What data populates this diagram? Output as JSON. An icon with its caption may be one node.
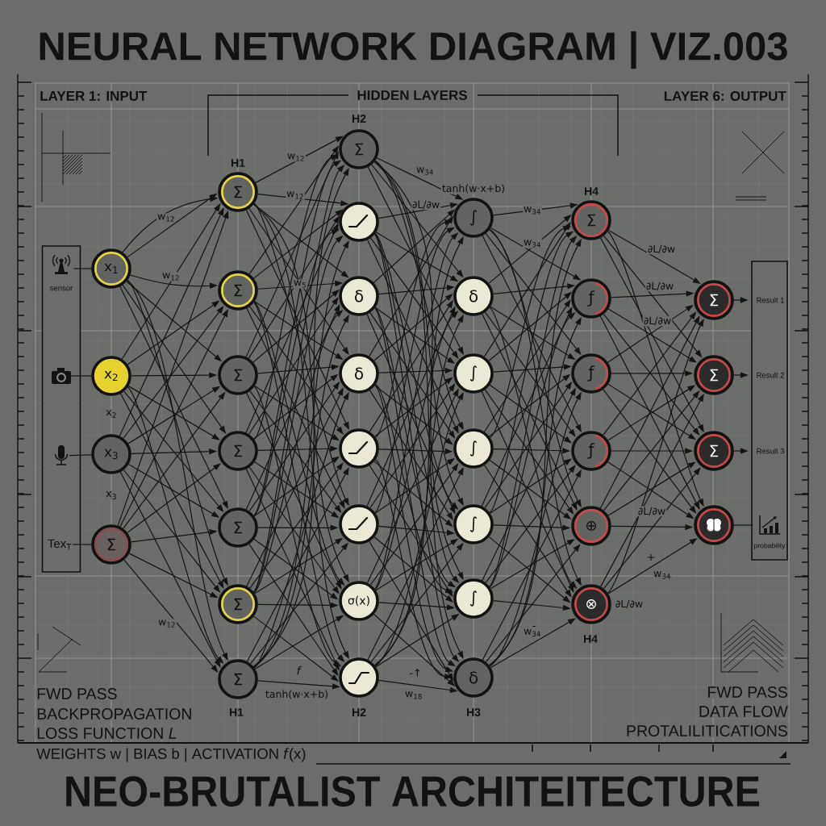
{
  "diagram": {
    "title": "NEURAL NETWORK DIAGRAM | VIZ.003",
    "caption": "NEO-BRUTALIST ARCHITEITECTURE",
    "nodes": [
      {
        "text": [],
        "shape": "box"
      },
      {
        "text": [
          "sensor"
        ],
        "in": 0
      },
      {
        "text": [],
        "shape": "picture",
        "in": 0
      },
      {
        "text": [],
        "shape": "picture",
        "in": 0
      },
      {
        "text": [
          "Tex$_{T}$"
        ],
        "in": 0
      },
      {
        "text": [
          "x$_{1}$"
        ]
      },
      {
        "text": [
          "x$_{2}$"
        ],
        "beside": [
          "x$_{2}$"
        ]
      },
      {
        "text": [
          "x$_{3}$"
        ],
        "beside": [
          "x$_{3}$"
        ]
      },
      {
        "text": [
          "Σ"
        ]
      },
      {
        "text": [
          "Σ"
        ],
        "beside": [
          "H1"
        ]
      },
      {
        "text": [
          "Σ"
        ]
      },
      {
        "text": [
          "Σ"
        ]
      },
      {
        "text": [
          "Σ"
        ]
      },
      {
        "text": [
          "Σ"
        ]
      },
      {
        "text": [
          "Σ"
        ]
      },
      {
        "text": [
          "Σ"
        ],
        "beside": [
          "H1"
        ]
      },
      {
        "text": [
          "Σ"
        ],
        "beside": [
          "H2"
        ]
      },
      {
        "text": [],
        "shape": "circle"
      },
      {
        "text": [
          "δ"
        ]
      },
      {
        "text": [
          "δ"
        ]
      },
      {
        "text": [],
        "shape": "circle"
      },
      {
        "text": [],
        "shape": "circle"
      },
      {
        "text": [
          "σ(x)"
        ]
      },
      {
        "text": [],
        "shape": "circle",
        "beside": [
          "H2"
        ]
      },
      {
        "text": [
          "∫"
        ],
        "beside": [
          "tanh(w·x+b)"
        ]
      },
      {
        "text": [
          "δ"
        ]
      },
      {
        "text": [
          "∫"
        ]
      },
      {
        "text": [
          "∫"
        ]
      },
      {
        "text": [
          "∫"
        ]
      },
      {
        "text": [
          "∫"
        ]
      },
      {
        "text": [
          "δ"
        ],
        "beside": [
          "H3"
        ]
      },
      {
        "text": [
          "Σ"
        ],
        "beside": [
          "H4"
        ]
      },
      {
        "text": [
          "ƒ"
        ]
      },
      {
        "text": [
          "ƒ"
        ]
      },
      {
        "text": [
          "ƒ"
        ]
      },
      {
        "text": [
          "⊕"
        ]
      },
      {
        "text": [
          "⊗"
        ],
        "beside": [
          "∂L/∂w",
          "H4"
        ]
      },
      {
        "text": [
          "Σ"
        ]
      },
      {
        "text": [
          "Σ"
        ]
      },
      {
        "text": [
          "Σ"
        ]
      },
      {
        "text": [],
        "shape": "circle"
      },
      {
        "text": [],
        "shape": "box"
      },
      {
        "text": [
          "Result 1"
        ],
        "in": 41
      },
      {
        "text": [
          "Result 2"
        ],
        "in": 41
      },
      {
        "text": [
          "Result 3"
        ],
        "in": 41
      },
      {
        "text": [
          "probability"
        ],
        "in": 41
      }
    ],
    "edges": [
      {
        "from": 1,
        "to": 5,
        "arrow": "none"
      },
      {
        "from": 2,
        "to": 6,
        "arrow": "none"
      },
      {
        "from": 3,
        "to": 7,
        "arrow": "none"
      },
      {
        "from": 4,
        "to": 8,
        "arrow": "none"
      },
      {
        "from": 5,
        "to": 9,
        "arrow": "to",
        "label": "w$_{12}$"
      },
      {
        "from": 5,
        "to": 10,
        "arrow": "to",
        "label": "w$_{12}$"
      },
      {
        "from": 5,
        "to": 11,
        "arrow": "to"
      },
      {
        "from": 5,
        "to": 12,
        "arrow": "to"
      },
      {
        "from": 5,
        "to": 13,
        "arrow": "to"
      },
      {
        "from": 5,
        "to": 14,
        "arrow": "to"
      },
      {
        "from": 5,
        "to": 15,
        "arrow": "to"
      },
      {
        "from": 6,
        "to": 9,
        "arrow": "to"
      },
      {
        "from": 6,
        "to": 10,
        "arrow": "to"
      },
      {
        "from": 6,
        "to": 11,
        "arrow": "to"
      },
      {
        "from": 6,
        "to": 12,
        "arrow": "to"
      },
      {
        "from": 6,
        "to": 13,
        "arrow": "to"
      },
      {
        "from": 6,
        "to": 14,
        "arrow": "to"
      },
      {
        "from": 6,
        "to": 15,
        "arrow": "to"
      },
      {
        "from": 7,
        "to": 9,
        "arrow": "to"
      },
      {
        "from": 7,
        "to": 10,
        "arrow": "to"
      },
      {
        "from": 7,
        "to": 11,
        "arrow": "to"
      },
      {
        "from": 7,
        "to": 12,
        "arrow": "to"
      },
      {
        "from": 7,
        "to": 13,
        "arrow": "to"
      },
      {
        "from": 7,
        "to": 14,
        "arrow": "to"
      },
      {
        "from": 7,
        "to": 15,
        "arrow": "to"
      },
      {
        "from": 8,
        "to": 9,
        "arrow": "to"
      },
      {
        "from": 8,
        "to": 10,
        "arrow": "to"
      },
      {
        "from": 8,
        "to": 11,
        "arrow": "to"
      },
      {
        "from": 8,
        "to": 12,
        "arrow": "to"
      },
      {
        "from": 8,
        "to": 13,
        "arrow": "to"
      },
      {
        "from": 8,
        "to": 14,
        "arrow": "to"
      },
      {
        "from": 8,
        "to": 15,
        "arrow": "to",
        "label": "w$_{12}$"
      },
      {
        "from": 5,
        "to": 9,
        "arrow": "to"
      },
      {
        "from": 9,
        "to": 16,
        "arrow": "to",
        "label": "w$_{12}$"
      },
      {
        "from": 9,
        "to": 17,
        "arrow": "to",
        "label": "w$_{12}$"
      },
      {
        "from": 9,
        "to": 18,
        "arrow": "to"
      },
      {
        "from": 9,
        "to": 19,
        "arrow": "to"
      },
      {
        "from": 9,
        "to": 20,
        "arrow": "to"
      },
      {
        "from": 9,
        "to": 21,
        "arrow": "to"
      },
      {
        "from": 9,
        "to": 22,
        "arrow": "to"
      },
      {
        "from": 9,
        "to": 23,
        "arrow": "to"
      },
      {
        "from": 10,
        "to": 16,
        "arrow": "to"
      },
      {
        "from": 10,
        "to": 17,
        "arrow": "to"
      },
      {
        "from": 10,
        "to": 18,
        "arrow": "to",
        "label": "w$_{5}$"
      },
      {
        "from": 10,
        "to": 19,
        "arrow": "to"
      },
      {
        "from": 10,
        "to": 20,
        "arrow": "to"
      },
      {
        "from": 10,
        "to": 21,
        "arrow": "to"
      },
      {
        "from": 10,
        "to": 22,
        "arrow": "to"
      },
      {
        "from": 10,
        "to": 23,
        "arrow": "to"
      },
      {
        "from": 11,
        "to": 16,
        "arrow": "to"
      },
      {
        "from": 11,
        "to": 17,
        "arrow": "to"
      },
      {
        "from": 11,
        "to": 18,
        "arrow": "to"
      },
      {
        "from": 11,
        "to": 19,
        "arrow": "to"
      },
      {
        "from": 11,
        "to": 20,
        "arrow": "to"
      },
      {
        "from": 11,
        "to": 21,
        "arrow": "to"
      },
      {
        "from": 11,
        "to": 22,
        "arrow": "to"
      },
      {
        "from": 11,
        "to": 23,
        "arrow": "to"
      },
      {
        "from": 12,
        "to": 16,
        "arrow": "to"
      },
      {
        "from": 12,
        "to": 17,
        "arrow": "to"
      },
      {
        "from": 12,
        "to": 18,
        "arrow": "to"
      },
      {
        "from": 12,
        "to": 19,
        "arrow": "to"
      },
      {
        "from": 12,
        "to": 20,
        "arrow": "to"
      },
      {
        "from": 12,
        "to": 21,
        "arrow": "to"
      },
      {
        "from": 12,
        "to": 22,
        "arrow": "to"
      },
      {
        "from": 12,
        "to": 23,
        "arrow": "to"
      },
      {
        "from": 13,
        "to": 16,
        "arrow": "to"
      },
      {
        "from": 13,
        "to": 17,
        "arrow": "to"
      },
      {
        "from": 13,
        "to": 18,
        "arrow": "to"
      },
      {
        "from": 13,
        "to": 19,
        "arrow": "to"
      },
      {
        "from": 13,
        "to": 20,
        "arrow": "to"
      },
      {
        "from": 13,
        "to": 21,
        "arrow": "to"
      },
      {
        "from": 13,
        "to": 22,
        "arrow": "to"
      },
      {
        "from": 13,
        "to": 23,
        "arrow": "to"
      },
      {
        "from": 14,
        "to": 16,
        "arrow": "to"
      },
      {
        "from": 14,
        "to": 17,
        "arrow": "to"
      },
      {
        "from": 14,
        "to": 18,
        "arrow": "to"
      },
      {
        "from": 14,
        "to": 19,
        "arrow": "to"
      },
      {
        "from": 14,
        "to": 20,
        "arrow": "to"
      },
      {
        "from": 14,
        "to": 21,
        "arrow": "to"
      },
      {
        "from": 14,
        "to": 22,
        "arrow": "to"
      },
      {
        "from": 14,
        "to": 23,
        "arrow": "to"
      },
      {
        "from": 15,
        "to": 16,
        "arrow": "to"
      },
      {
        "from": 15,
        "to": 17,
        "arrow": "to"
      },
      {
        "from": 15,
        "to": 18,
        "arrow": "to"
      },
      {
        "from": 15,
        "to": 19,
        "arrow": "to"
      },
      {
        "from": 15,
        "to": 20,
        "arrow": "to"
      },
      {
        "from": 15,
        "to": 21,
        "arrow": "to"
      },
      {
        "from": 15,
        "to": 22,
        "arrow": "to"
      },
      {
        "from": 15,
        "to": 23,
        "arrow": "to",
        "label": "tanh(w·x+b)"
      },
      {
        "from": 16,
        "to": 24,
        "arrow": "to",
        "label": "w$_{34}$"
      },
      {
        "from": 16,
        "to": 25,
        "arrow": "to"
      },
      {
        "from": 16,
        "to": 26,
        "arrow": "to"
      },
      {
        "from": 16,
        "to": 27,
        "arrow": "to"
      },
      {
        "from": 16,
        "to": 28,
        "arrow": "to"
      },
      {
        "from": 16,
        "to": 29,
        "arrow": "to"
      },
      {
        "from": 16,
        "to": 30,
        "arrow": "to"
      },
      {
        "from": 17,
        "to": 24,
        "arrow": "to",
        "label": "∂L/∂w"
      },
      {
        "from": 17,
        "to": 25,
        "arrow": "to"
      },
      {
        "from": 17,
        "to": 26,
        "arrow": "to"
      },
      {
        "from": 17,
        "to": 27,
        "arrow": "to"
      },
      {
        "from": 17,
        "to": 28,
        "arrow": "to"
      },
      {
        "from": 17,
        "to": 29,
        "arrow": "to"
      },
      {
        "from": 17,
        "to": 30,
        "arrow": "to"
      },
      {
        "from": 18,
        "to": 24,
        "arrow": "to"
      },
      {
        "from": 18,
        "to": 25,
        "arrow": "to"
      },
      {
        "from": 18,
        "to": 26,
        "arrow": "to"
      },
      {
        "from": 18,
        "to": 27,
        "arrow": "to"
      },
      {
        "from": 18,
        "to": 28,
        "arrow": "to"
      },
      {
        "from": 18,
        "to": 29,
        "arrow": "to"
      },
      {
        "from": 18,
        "to": 30,
        "arrow": "to"
      },
      {
        "from": 19,
        "to": 24,
        "arrow": "to"
      },
      {
        "from": 19,
        "to": 25,
        "arrow": "to"
      },
      {
        "from": 19,
        "to": 26,
        "arrow": "to"
      },
      {
        "from": 19,
        "to": 27,
        "arrow": "to"
      },
      {
        "from": 19,
        "to": 28,
        "arrow": "to"
      },
      {
        "from": 19,
        "to": 29,
        "arrow": "to"
      },
      {
        "from": 19,
        "to": 30,
        "arrow": "to"
      },
      {
        "from": 20,
        "to": 24,
        "arrow": "to"
      },
      {
        "from": 20,
        "to": 25,
        "arrow": "to"
      },
      {
        "from": 20,
        "to": 26,
        "arrow": "to"
      },
      {
        "from": 20,
        "to": 27,
        "arrow": "to"
      },
      {
        "from": 20,
        "to": 28,
        "arrow": "to"
      },
      {
        "from": 20,
        "to": 29,
        "arrow": "to"
      },
      {
        "from": 20,
        "to": 30,
        "arrow": "to"
      },
      {
        "from": 21,
        "to": 24,
        "arrow": "to"
      },
      {
        "from": 21,
        "to": 25,
        "arrow": "to"
      },
      {
        "from": 21,
        "to": 26,
        "arrow": "to"
      },
      {
        "from": 21,
        "to": 27,
        "arrow": "to"
      },
      {
        "from": 21,
        "to": 28,
        "arrow": "to"
      },
      {
        "from": 21,
        "to": 29,
        "arrow": "to"
      },
      {
        "from": 21,
        "to": 30,
        "arrow": "to"
      },
      {
        "from": 22,
        "to": 24,
        "arrow": "to"
      },
      {
        "from": 22,
        "to": 25,
        "arrow": "to"
      },
      {
        "from": 22,
        "to": 26,
        "arrow": "to"
      },
      {
        "from": 22,
        "to": 27,
        "arrow": "to"
      },
      {
        "from": 22,
        "to": 28,
        "arrow": "to"
      },
      {
        "from": 22,
        "to": 29,
        "arrow": "to"
      },
      {
        "from": 22,
        "to": 30,
        "arrow": "to"
      },
      {
        "from": 23,
        "to": 24,
        "arrow": "to"
      },
      {
        "from": 23,
        "to": 25,
        "arrow": "to"
      },
      {
        "from": 23,
        "to": 26,
        "arrow": "to"
      },
      {
        "from": 23,
        "to": 27,
        "arrow": "to"
      },
      {
        "from": 23,
        "to": 28,
        "arrow": "to"
      },
      {
        "from": 23,
        "to": 29,
        "arrow": "to"
      },
      {
        "from": 23,
        "to": 30,
        "arrow": "to",
        "label": "w$_{18}$"
      },
      {
        "from": 24,
        "to": 31,
        "arrow": "to",
        "label": "w$_{34}$"
      },
      {
        "from": 24,
        "to": 32,
        "arrow": "to",
        "label": "w$_{34}$"
      },
      {
        "from": 24,
        "to": 33,
        "arrow": "to"
      },
      {
        "from": 24,
        "to": 34,
        "arrow": "to"
      },
      {
        "from": 24,
        "to": 35,
        "arrow": "to"
      },
      {
        "from": 24,
        "to": 36,
        "arrow": "to"
      },
      {
        "from": 25,
        "to": 31,
        "arrow": "to"
      },
      {
        "from": 25,
        "to": 32,
        "arrow": "to"
      },
      {
        "from": 25,
        "to": 33,
        "arrow": "to"
      },
      {
        "from": 25,
        "to": 34,
        "arrow": "to"
      },
      {
        "from": 25,
        "to": 35,
        "arrow": "to"
      },
      {
        "from": 25,
        "to": 36,
        "arrow": "to"
      },
      {
        "from": 26,
        "to": 31,
        "arrow": "to"
      },
      {
        "from": 26,
        "to": 32,
        "arrow": "to"
      },
      {
        "from": 26,
        "to": 33,
        "arrow": "to"
      },
      {
        "from": 26,
        "to": 34,
        "arrow": "to"
      },
      {
        "from": 26,
        "to": 35,
        "arrow": "to"
      },
      {
        "from": 26,
        "to": 36,
        "arrow": "to"
      },
      {
        "from": 27,
        "to": 31,
        "arrow": "to"
      },
      {
        "from": 27,
        "to": 32,
        "arrow": "to"
      },
      {
        "from": 27,
        "to": 33,
        "arrow": "to"
      },
      {
        "from": 27,
        "to": 34,
        "arrow": "to"
      },
      {
        "from": 27,
        "to": 35,
        "arrow": "to"
      },
      {
        "from": 27,
        "to": 36,
        "arrow": "to"
      },
      {
        "from": 28,
        "to": 31,
        "arrow": "to"
      },
      {
        "from": 28,
        "to": 32,
        "arrow": "to"
      },
      {
        "from": 28,
        "to": 33,
        "arrow": "to"
      },
      {
        "from": 28,
        "to": 34,
        "arrow": "to"
      },
      {
        "from": 28,
        "to": 35,
        "arrow": "to"
      },
      {
        "from": 28,
        "to": 36,
        "arrow": "to"
      },
      {
        "from": 29,
        "to": 31,
        "arrow": "to"
      },
      {
        "from": 29,
        "to": 32,
        "arrow": "to"
      },
      {
        "from": 29,
        "to": 33,
        "arrow": "to"
      },
      {
        "from": 29,
        "to": 34,
        "arrow": "to"
      },
      {
        "from": 29,
        "to": 35,
        "arrow": "to"
      },
      {
        "from": 29,
        "to": 36,
        "arrow": "to"
      },
      {
        "from": 30,
        "to": 31,
        "arrow": "to"
      },
      {
        "from": 30,
        "to": 32,
        "arrow": "to"
      },
      {
        "from": 30,
        "to": 33,
        "arrow": "to"
      },
      {
        "from": 30,
        "to": 34,
        "arrow": "to"
      },
      {
        "from": 30,
        "to": 35,
        "arrow": "to"
      },
      {
        "from": 30,
        "to": 36,
        "arrow": "to",
        "label": "w$_{34}$"
      },
      {
        "from": 31,
        "to": 37,
        "arrow": "to",
        "label": "∂L/∂w"
      },
      {
        "from": 31,
        "to": 38,
        "arrow": "to"
      },
      {
        "from": 31,
        "to": 39,
        "arrow": "to"
      },
      {
        "from": 31,
        "to": 40,
        "arrow": "to"
      },
      {
        "from": 32,
        "to": 37,
        "arrow": "to",
        "label": "∂L/∂w"
      },
      {
        "from": 32,
        "to": 38,
        "arrow": "to"
      },
      {
        "from": 32,
        "to": 39,
        "arrow": "to"
      },
      {
        "from": 32,
        "to": 40,
        "arrow": "to"
      },
      {
        "from": 33,
        "to": 37,
        "arrow": "to",
        "label": "∂L/∂w"
      },
      {
        "from": 33,
        "to": 38,
        "arrow": "to"
      },
      {
        "from": 33,
        "to": 39,
        "arrow": "to"
      },
      {
        "from": 33,
        "to": 40,
        "arrow": "to"
      },
      {
        "from": 34,
        "to": 37,
        "arrow": "to"
      },
      {
        "from": 34,
        "to": 38,
        "arrow": "to"
      },
      {
        "from": 34,
        "to": 39,
        "arrow": "to"
      },
      {
        "from": 34,
        "to": 40,
        "arrow": "to"
      },
      {
        "from": 35,
        "to": 37,
        "arrow": "to"
      },
      {
        "from": 35,
        "to": 38,
        "arrow": "to"
      },
      {
        "from": 35,
        "to": 39,
        "arrow": "to"
      },
      {
        "from": 35,
        "to": 40,
        "arrow": "to",
        "label": "∂L/∂w"
      },
      {
        "from": 36,
        "to": 37,
        "arrow": "to"
      },
      {
        "from": 36,
        "to": 38,
        "arrow": "to"
      },
      {
        "from": 36,
        "to": 39,
        "arrow": "to"
      },
      {
        "from": 36,
        "to": 40,
        "arrow": "to",
        "label": "w$_{34}$"
      },
      {
        "from": 37,
        "to": 42,
        "arrow": "to"
      },
      {
        "from": 38,
        "to": 43,
        "arrow": "to"
      },
      {
        "from": 39,
        "to": 44,
        "arrow": "to"
      },
      {
        "from": 40,
        "to": 45,
        "arrow": "none"
      }
    ],
    "labels": [
      "LAYER 1: INPUT",
      "HIDDEN LAYERS",
      "LAYER 6: OUTPUT",
      "+",
      "-",
      "f",
      "-↑",
      "FWD PASS",
      "BACKPROPAGATION",
      "LOSS FUNCTION *L*",
      "FWD PASS",
      "DATA FLOW",
      "PROTALILITICATIONS",
      "WEIGHTS w | BIAS b | ACTIVATION *f*(x)"
    ]
  }
}
